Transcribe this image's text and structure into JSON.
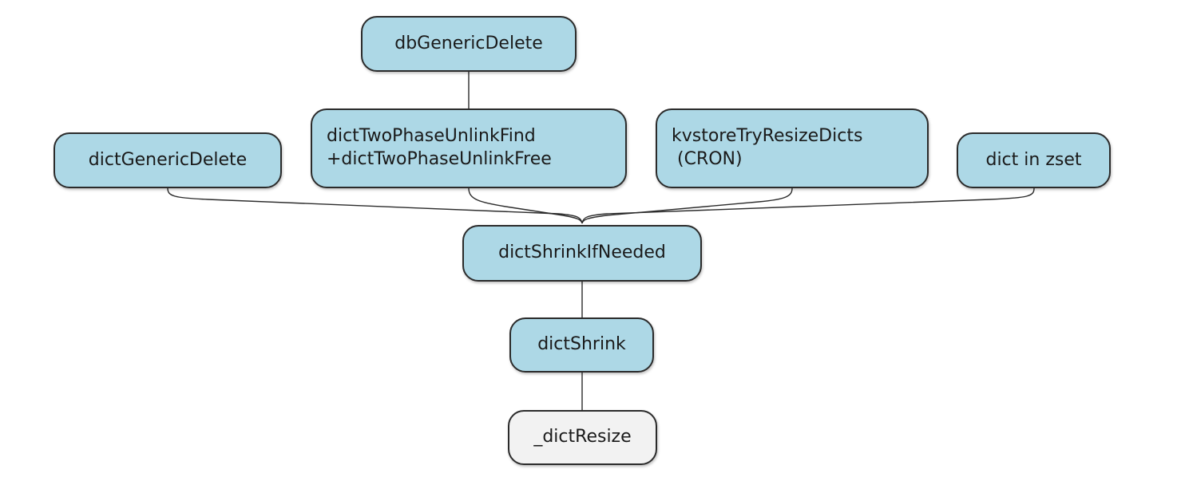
{
  "diagram": {
    "nodes": {
      "db_generic_delete": "dbGenericDelete",
      "dict_two_phase": "dictTwoPhaseUnlinkFind\n+dictTwoPhaseUnlinkFree",
      "dict_generic_delete": "dictGenericDelete",
      "kvstore_try_resize": "kvstoreTryResizeDicts\n (CRON)",
      "dict_in_zset": "dict in zset",
      "dict_shrink_if_needed": "dictShrinkIfNeeded",
      "dict_shrink": "dictShrink",
      "dict_resize": "_dictResize"
    },
    "colors": {
      "node_fill": "#add8e6",
      "leaf_fill": "#f2f2f2",
      "border": "#2b2b2b"
    },
    "edges": [
      [
        "db_generic_delete",
        "dict_two_phase"
      ],
      [
        "dict_generic_delete",
        "dict_shrink_if_needed"
      ],
      [
        "dict_two_phase",
        "dict_shrink_if_needed"
      ],
      [
        "kvstore_try_resize",
        "dict_shrink_if_needed"
      ],
      [
        "dict_in_zset",
        "dict_shrink_if_needed"
      ],
      [
        "dict_shrink_if_needed",
        "dict_shrink"
      ],
      [
        "dict_shrink",
        "dict_resize"
      ]
    ]
  }
}
